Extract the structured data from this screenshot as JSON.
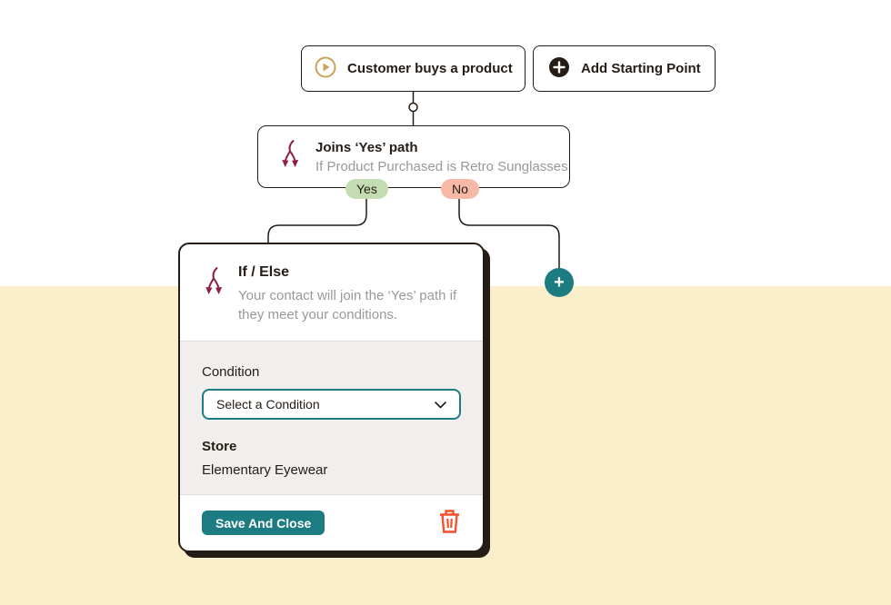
{
  "colors": {
    "ink": "#241c15",
    "accent-teal": "#1d7c82",
    "icon-maroon": "#8c2045",
    "yes-green": "#c5dcb3",
    "no-salmon": "#f5b9a5",
    "trash-orange": "#f4512c",
    "canvas-cream": "#faeecb",
    "panel-gray": "#f0efed",
    "muted-text": "#9b9997",
    "gold": "#c9a25c"
  },
  "flow": {
    "trigger_button": "Customer buys a product",
    "add_starting_point_button": "Add Starting Point",
    "branch_node": {
      "title": "Joins ‘Yes’ path",
      "subtitle": "If Product Purchased is Retro Sunglasses",
      "yes_badge": "Yes",
      "no_badge": "No"
    },
    "add_step_plus": "+"
  },
  "panel": {
    "title": "If / Else",
    "description": "Your contact will join the ‘Yes’ path if they meet your conditions.",
    "condition_label": "Condition",
    "condition_select_value": "Select a Condition",
    "store_label": "Store",
    "store_value": "Elementary Eyewear",
    "save_button": "Save And Close"
  }
}
